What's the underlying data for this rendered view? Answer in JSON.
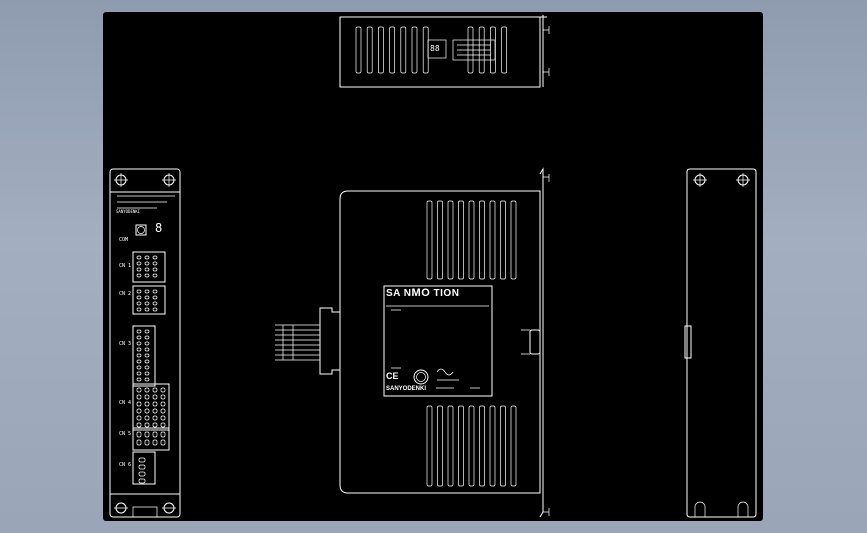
{
  "drawing": {
    "brand_prefix": "SA N",
    "brand_mark": "MO",
    "brand_suffix": "TION",
    "manufacturer": "SANYODENKI",
    "side_brand": "SANYODENKI",
    "ce_mark": "CE",
    "connector_labels": [
      "COM",
      "CN 1",
      "CN 2",
      "CN 3",
      "CN 4",
      "CN 5",
      "CN 6"
    ],
    "seven_segment": "8",
    "top_digits": "88"
  },
  "colors": {
    "background": "#9aa6b8",
    "sheet": "#000000",
    "line": "#ffffff"
  }
}
